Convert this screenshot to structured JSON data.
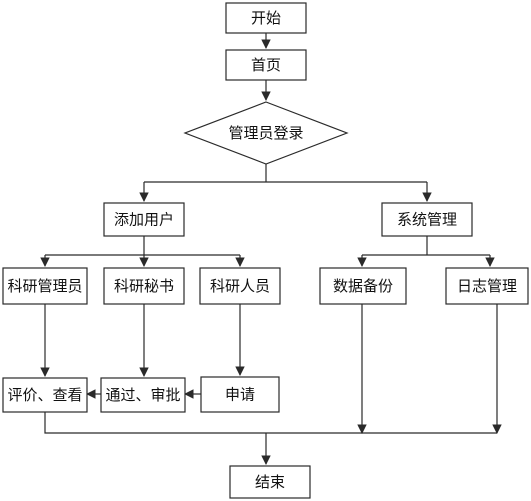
{
  "diagram": {
    "nodes": [
      {
        "id": "start",
        "label": "开始",
        "shape": "rect"
      },
      {
        "id": "home",
        "label": "首页",
        "shape": "rect"
      },
      {
        "id": "login",
        "label": "管理员登录",
        "shape": "diamond"
      },
      {
        "id": "add_user",
        "label": "添加用户",
        "shape": "rect"
      },
      {
        "id": "sys_mgmt",
        "label": "系统管理",
        "shape": "rect"
      },
      {
        "id": "sr_admin",
        "label": "科研管理员",
        "shape": "rect"
      },
      {
        "id": "sr_secretary",
        "label": "科研秘书",
        "shape": "rect"
      },
      {
        "id": "sr_staff",
        "label": "科研人员",
        "shape": "rect"
      },
      {
        "id": "data_backup",
        "label": "数据备份",
        "shape": "rect"
      },
      {
        "id": "log_mgmt",
        "label": "日志管理",
        "shape": "rect"
      },
      {
        "id": "evaluate",
        "label": "评价、查看",
        "shape": "rect"
      },
      {
        "id": "approve",
        "label": "通过、审批",
        "shape": "rect"
      },
      {
        "id": "apply",
        "label": "申请",
        "shape": "rect"
      },
      {
        "id": "end",
        "label": "结束",
        "shape": "rect"
      }
    ],
    "edges": [
      {
        "from": "start",
        "to": "home"
      },
      {
        "from": "home",
        "to": "login"
      },
      {
        "from": "login",
        "to": "add_user"
      },
      {
        "from": "login",
        "to": "sys_mgmt"
      },
      {
        "from": "add_user",
        "to": "sr_admin"
      },
      {
        "from": "add_user",
        "to": "sr_secretary"
      },
      {
        "from": "add_user",
        "to": "sr_staff"
      },
      {
        "from": "sys_mgmt",
        "to": "data_backup"
      },
      {
        "from": "sys_mgmt",
        "to": "log_mgmt"
      },
      {
        "from": "sr_admin",
        "to": "evaluate"
      },
      {
        "from": "sr_secretary",
        "to": "approve"
      },
      {
        "from": "sr_staff",
        "to": "apply"
      },
      {
        "from": "apply",
        "to": "approve"
      },
      {
        "from": "approve",
        "to": "evaluate"
      },
      {
        "from": "evaluate",
        "to": "end"
      },
      {
        "from": "data_backup",
        "to": "end"
      },
      {
        "from": "log_mgmt",
        "to": "end"
      }
    ]
  }
}
